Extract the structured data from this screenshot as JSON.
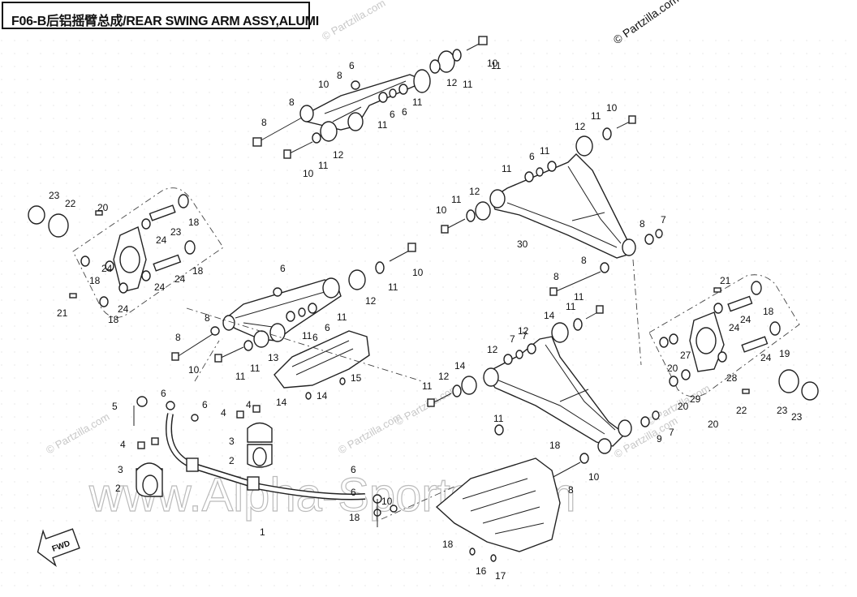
{
  "title": "F06-B后铝摇臂总成/REAR SWING ARM ASSY,ALUMI",
  "copyright": "© Partzilla.com",
  "watermark_small": "© Partzilla.com",
  "watermark_big": "www.Alpha-Sports.com",
  "fwd_label": "FWD",
  "callouts": [
    "1",
    "2",
    "2",
    "3",
    "3",
    "4",
    "4",
    "4",
    "5",
    "6",
    "6",
    "6",
    "6",
    "6",
    "6",
    "6",
    "6",
    "6",
    "6",
    "6",
    "7",
    "7",
    "7",
    "7",
    "8",
    "8",
    "8",
    "8",
    "8",
    "8",
    "8",
    "8",
    "8",
    "9",
    "10",
    "10",
    "10",
    "10",
    "10",
    "10",
    "10",
    "10",
    "10",
    "11",
    "11",
    "11",
    "11",
    "11",
    "11",
    "11",
    "11",
    "11",
    "11",
    "11",
    "11",
    "11",
    "11",
    "11",
    "11",
    "11",
    "11",
    "12",
    "12",
    "12",
    "12",
    "12",
    "12",
    "12",
    "12",
    "13",
    "14",
    "14",
    "14",
    "14",
    "15",
    "16",
    "17",
    "18",
    "18",
    "18",
    "18",
    "18",
    "18",
    "18",
    "18",
    "19",
    "20",
    "20",
    "20",
    "20",
    "21",
    "21",
    "22",
    "22",
    "23",
    "23",
    "23",
    "23",
    "24",
    "24",
    "24",
    "24",
    "24",
    "24",
    "24",
    "24",
    "27",
    "28",
    "29",
    "30"
  ]
}
